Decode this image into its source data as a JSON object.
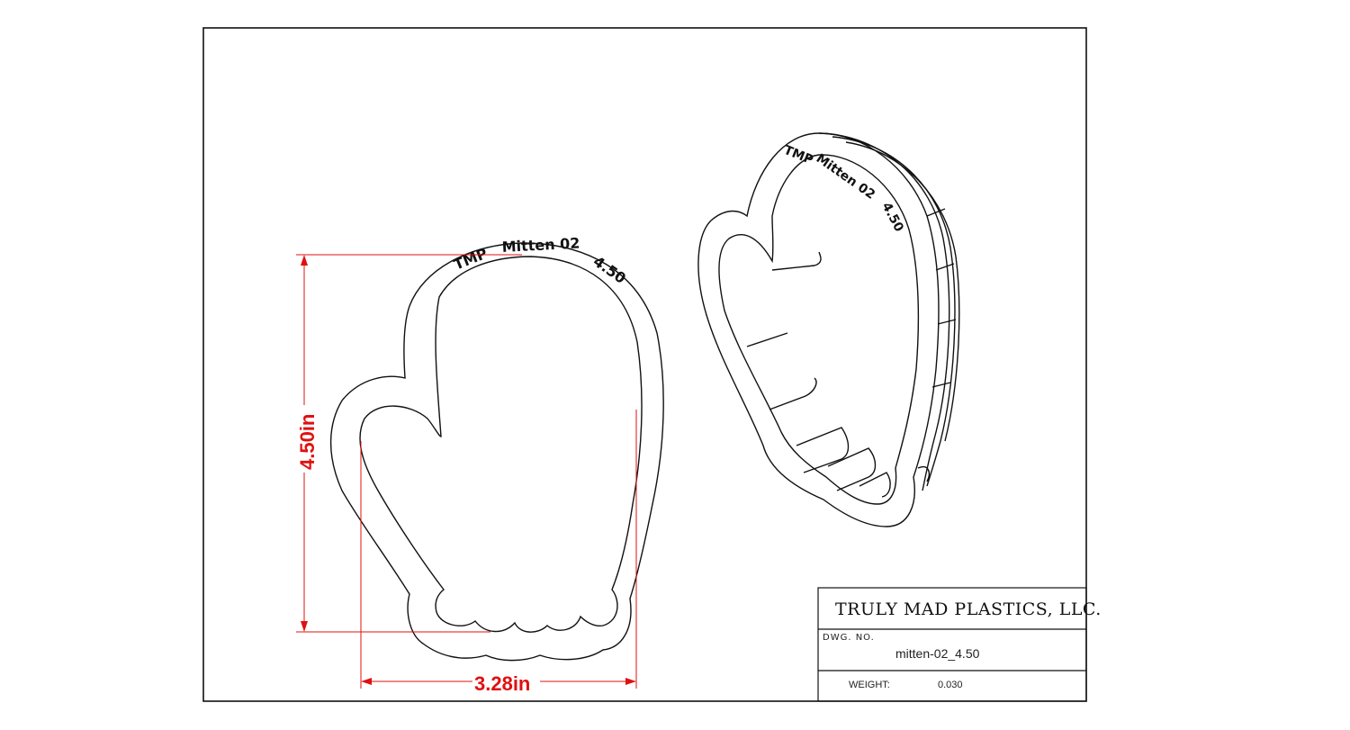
{
  "drawing": {
    "company": "TRULY MAD PLASTICS, LLC.",
    "dwg_no_label": "DWG. NO.",
    "dwg_no_value": "mitten-02_4.50",
    "weight_label": "WEIGHT:",
    "weight_value": "0.030"
  },
  "dimensions": {
    "height_label": "4.50in",
    "width_label": "3.28in"
  },
  "engraving": {
    "front": [
      "TMP",
      "Mitten 02",
      "4.50"
    ],
    "side": [
      "TMP",
      "Mitten 02",
      "4.50"
    ]
  },
  "colors": {
    "dimension": "#e01010",
    "line": "#111111"
  }
}
